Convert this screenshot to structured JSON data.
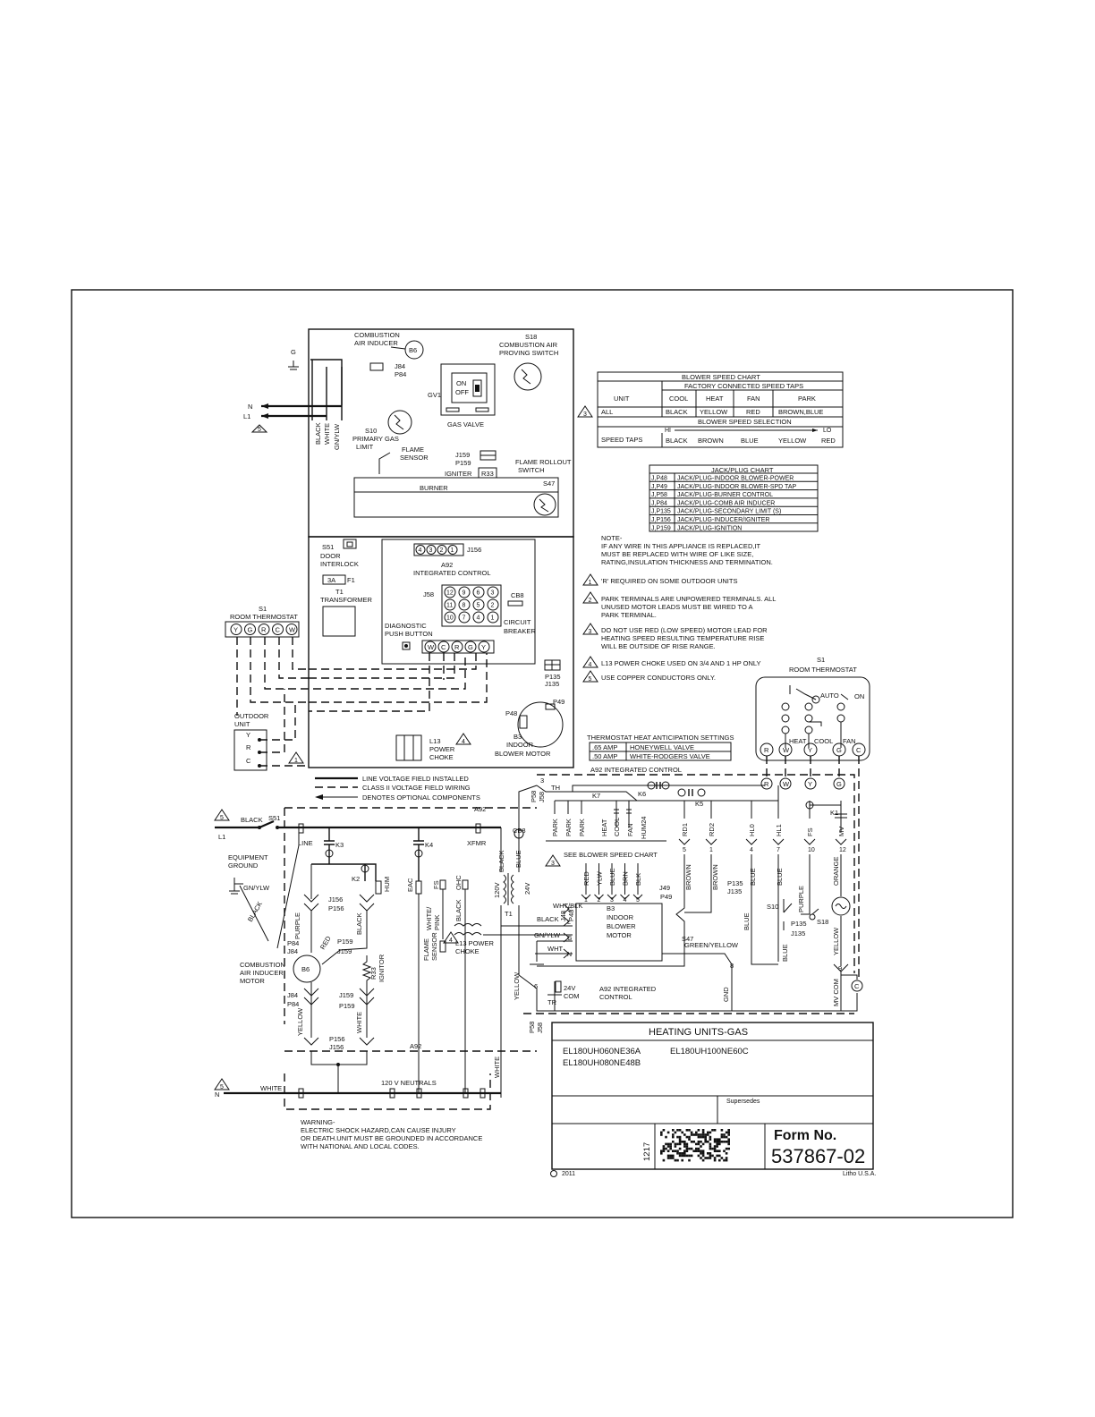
{
  "top_panel": {
    "combustion_air_inducer": [
      "COMBUSTION",
      "AIR INDUCER"
    ],
    "b6": "B6",
    "j84": "J84",
    "p84": "P84",
    "s18_title": [
      "S18",
      "COMBUSTION AIR",
      "PROVING SWITCH"
    ],
    "gv1": "GV1",
    "on": "ON",
    "off": "OFF",
    "gas_valve": "GAS VALVE",
    "g": "G",
    "n": "N",
    "l1": "L1",
    "wire_black": "BLACK",
    "wire_white": "WHITE",
    "wire_gnylw": "GN/YLW",
    "s10": [
      "S10",
      "PRIMARY GAS",
      "LIMIT"
    ],
    "flame_sensor": [
      "FLAME",
      "SENSOR"
    ],
    "j159": "J159",
    "p159": "P159",
    "igniter": "IGNITER",
    "r33": "R33",
    "flame_rollout": [
      "FLAME ROLLOUT",
      "SWITCH"
    ],
    "s47": "S47",
    "burner": "BURNER"
  },
  "control_panel": {
    "s51": "S51",
    "door_interlock": [
      "DOOR",
      "INTERLOCK"
    ],
    "fuse": "3A",
    "f1": "F1",
    "t1": [
      "T1",
      "TRANSFORMER"
    ],
    "j156": "J156",
    "j156_pins": [
      "4",
      "3",
      "2",
      "1"
    ],
    "a92": [
      "A92",
      "INTEGRATED CONTROL"
    ],
    "j58": "J58",
    "j58_pins": [
      "12",
      "9",
      "6",
      "3",
      "11",
      "8",
      "5",
      "2",
      "10",
      "7",
      "4",
      "1"
    ],
    "cb8": [
      "CB8",
      "CIRCUIT",
      "BREAKER"
    ],
    "diagnostic": [
      "DIAGNOSTIC",
      "PUSH BUTTON"
    ],
    "terms": [
      "W",
      "C",
      "R",
      "G",
      "Y"
    ],
    "p135": "P135",
    "j135": "J135",
    "s1": [
      "S1",
      "ROOM THERMOSTAT"
    ],
    "s1_terms": [
      "Y",
      "G",
      "R",
      "C",
      "W"
    ],
    "outdoor_unit": [
      "OUTDOOR",
      "UNIT"
    ],
    "outdoor_terms": [
      "Y",
      "R",
      "C"
    ],
    "l13": [
      "L13",
      "POWER",
      "CHOKE"
    ],
    "p48": "P48",
    "p49": "P49",
    "b3": [
      "B3",
      "INDOOR",
      "BLOWER MOTOR"
    ]
  },
  "legend": {
    "line_voltage": "LINE VOLTAGE FIELD INSTALLED",
    "class2": "CLASS II VOLTAGE FIELD WIRING",
    "optional": "DENOTES OPTIONAL COMPONENTS"
  },
  "blower_chart": {
    "title": "BLOWER SPEED CHART",
    "subtitle": "FACTORY CONNECTED SPEED TAPS",
    "headers": [
      "UNIT",
      "COOL",
      "HEAT",
      "FAN",
      "PARK"
    ],
    "row": [
      "ALL",
      "BLACK",
      "YELLOW",
      "RED",
      "BROWN,BLUE"
    ],
    "selection": "BLOWER SPEED SELECTION",
    "hi": "HI",
    "lo": "LO",
    "taps_label": "SPEED TAPS",
    "taps": [
      "BLACK",
      "BROWN",
      "BLUE",
      "YELLOW",
      "RED"
    ]
  },
  "jack_chart": {
    "title": "JACK/PLUG CHART",
    "rows": [
      [
        "J,P48",
        "JACK/PLUG-INDOOR BLOWER-POWER"
      ],
      [
        "J,P49",
        "JACK/PLUG-INDOOR BLOWER-SPD TAP"
      ],
      [
        "J,P58",
        "JACK/PLUG-BURNER CONTROL"
      ],
      [
        "J,P84",
        "JACK/PLUG-COMB AIR INDUCER"
      ],
      [
        "J,P135",
        "JACK/PLUG-SECONDARY LIMIT (S)"
      ],
      [
        "J,P156",
        "JACK/PLUG-INDUCER/IGNITER"
      ],
      [
        "J,P159",
        "JACK/PLUG-IGNITION"
      ]
    ]
  },
  "notes": {
    "heading": "NOTE-",
    "lines": [
      "IF ANY WIRE IN THIS APPLIANCE IS REPLACED,IT",
      "MUST BE REPLACED WITH WIRE OF LIKE SIZE,",
      "RATING,INSULATION THICKNESS AND TERMINATION."
    ],
    "items": [
      {
        "num": "1",
        "lines": [
          "'R' REQUIRED ON SOME OUTDOOR UNITS"
        ]
      },
      {
        "num": "2",
        "lines": [
          "PARK TERMINALS ARE UNPOWERED TERMINALS. ALL",
          "UNUSED MOTOR LEADS MUST BE WIRED TO A",
          "PARK TERMINAL."
        ]
      },
      {
        "num": "3",
        "lines": [
          "DO NOT USE RED (LOW SPEED) MOTOR LEAD FOR",
          "HEATING SPEED RESULTING TEMPERATURE RISE",
          "WILL BE OUTSIDE OF RISE RANGE."
        ]
      },
      {
        "num": "4",
        "lines": [
          "L13 POWER CHOKE USED ON 3/4 AND 1 HP ONLY"
        ]
      },
      {
        "num": "5",
        "lines": [
          "USE COPPER CONDUCTORS ONLY."
        ]
      }
    ]
  },
  "thermostat_right": {
    "title": [
      "S1",
      "ROOM THERMOSTAT"
    ],
    "auto": "AUTO",
    "on": "ON",
    "heat": "HEAT",
    "cool": "COOL",
    "fan": "FAN",
    "terms": [
      "R",
      "W",
      "Y",
      "G",
      "C"
    ]
  },
  "anticipation": {
    "title": "THERMOSTAT HEAT ANTICIPATION SETTINGS",
    "rows": [
      [
        ".65 AMP",
        "HONEYWELL VALVE"
      ],
      [
        ".50 AMP",
        "WHITE-RODGERS VALVE"
      ]
    ]
  },
  "ladder": {
    "a92_title": "A92    INTEGRATED CONTROL",
    "black": "BLACK",
    "s51": "S51",
    "l1": "L1",
    "a92": "A92",
    "line": "LINE",
    "xfmr": "XFMR",
    "k3": "K3",
    "k4": "K4",
    "k2": "K2",
    "hum": "HUM",
    "eac": "EAC",
    "fs": "FS",
    "ohc": "OHC",
    "cb8": "CB8",
    "blue": "BLUE",
    "v120": "120V",
    "v24": "24V",
    "t1": "T1",
    "equipment_ground": [
      "EQUIPMENT",
      "GROUND"
    ],
    "gnylw": "GN/YLW",
    "j156": "J156",
    "p156": "P156",
    "purple": "PURPLE",
    "p84": "P84",
    "j84": "J84",
    "red": "RED",
    "p159": "P159",
    "j159": "J159",
    "r33": "R33",
    "ignitor": "IGNITOR",
    "inducer": [
      "COMBUSTION",
      "AIR INDUCER",
      "MOTOR"
    ],
    "b6": "B6",
    "white_pink": [
      "WHITE/",
      "PINK"
    ],
    "flame_sensor": [
      "FLAME",
      "SENSOR"
    ],
    "l13": [
      "L13 POWER",
      "CHOKE"
    ],
    "yellow": "YELLOW",
    "white": "WHITE",
    "neutrals": "120 V NEUTRALS",
    "n": "N",
    "warning": [
      "WARNING-",
      "ELECTRIC SHOCK HAZARD,CAN CAUSE INJURY",
      "OR DEATH.UNIT MUST BE GROUNDED IN ACCORDANCE",
      "WITH NATIONAL AND LOCAL CODES."
    ],
    "p58": "P58",
    "j58": "J58",
    "th": "TH",
    "tr": "TR",
    "k7": "K7",
    "k6": "K6",
    "k5": "K5",
    "k1": "K1",
    "park": "PARK",
    "heat": "HEAT",
    "cool": "COOL",
    "fan": "FAN",
    "hum24": "HUM24",
    "taps": [
      "RD1",
      "RD2",
      "HL0",
      "HL1",
      "FS",
      "MV"
    ],
    "pins": [
      "5",
      "1",
      "4",
      "7",
      "10",
      "12"
    ],
    "see_chart": "SEE BLOWER SPEED CHART",
    "motor_leads": [
      "RED",
      "YLW",
      "BLUE",
      "BRN",
      "BLK"
    ],
    "motor_pins": [
      "1",
      "2",
      "3",
      "4",
      "5"
    ],
    "j48": "J48",
    "p48": "P48",
    "j49": "J49",
    "p49": "P49",
    "wht_blk": "WHT/BLK",
    "gn_ylw": "GN/YLW",
    "wht": "WHT",
    "motor_terms": [
      "C",
      "L",
      "G",
      "N"
    ],
    "b3": [
      "B3",
      "INDOOR",
      "BLOWER",
      "MOTOR"
    ],
    "s47": "S47",
    "brown": "BROWN",
    "p135": "P135",
    "j135": "J135",
    "s10": "S10",
    "s18": "S18",
    "orange": "ORANGE",
    "green_yellow": "GREEN/YELLOW",
    "gnd": "GND",
    "mv_com": "MV COM",
    "v24com": [
      "24V",
      "COM"
    ],
    "a92_integrated": [
      "A92 INTEGRATED",
      "CONTROL"
    ],
    "pin_labels": [
      "3",
      "6",
      "8",
      "9",
      "2",
      "6"
    ]
  },
  "title_block": {
    "title": "HEATING UNITS-GAS",
    "models": [
      "EL180UH060NE36A",
      "EL180UH100NE60C",
      "EL180UH080NE48B"
    ],
    "supersedes": "Supersedes",
    "code": "1217",
    "form_label": "Form No.",
    "form_number": "537867-02",
    "copyright": "2011",
    "litho": "Litho U.S.A."
  }
}
